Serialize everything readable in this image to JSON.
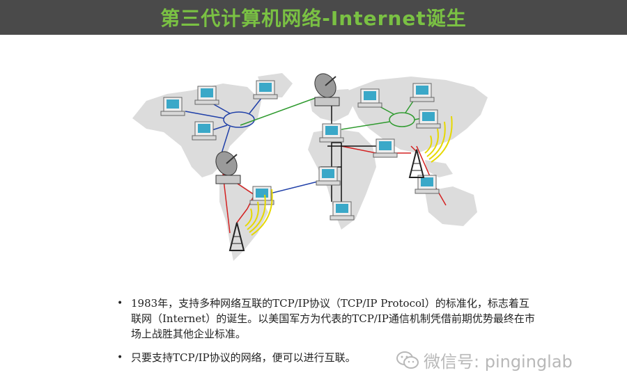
{
  "title": "第三代计算机网络-Internet诞生",
  "bullets": [
    "1983年，支持多种网络互联的TCP/IP协议（TCP/IP Protocol）的标准化，标志着互联网（Internet）的诞生。以美国军方为代表的TCP/IP通信机制凭借前期优势最终在市场上战胜其他企业标准。",
    "只要支持TCP/IP协议的网络，便可以进行互联。"
  ],
  "watermark": "微信号: pinginglab",
  "icons": {
    "bullet": "bullet-dot",
    "watermark": "wechat-icon",
    "map": "world-map",
    "computer": "computer-icon",
    "dish": "satellite-dish-icon",
    "tower": "radio-tower-icon"
  },
  "colors": {
    "title_bg": "#4a4a4a",
    "title_text": "#7ac143",
    "map": "#dcdcdc",
    "link_blue": "#1f3fa8",
    "link_green": "#2e9a2e",
    "link_red": "#d42020",
    "link_black": "#111111",
    "wave": "#e6d800"
  }
}
